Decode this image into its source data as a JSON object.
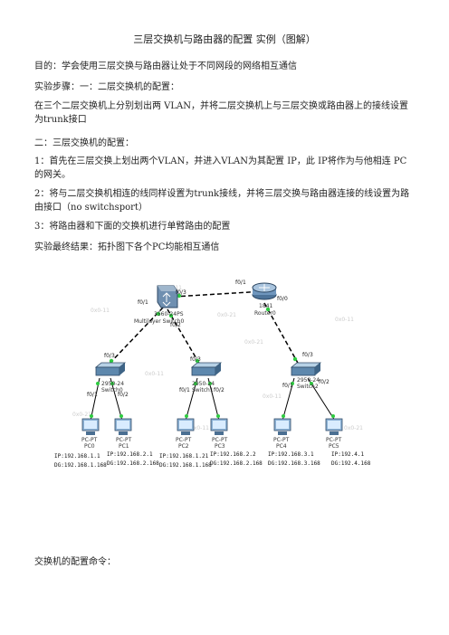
{
  "doc": {
    "title": "三层交换机与路由器的配置 实例（图解）",
    "purpose": "目的：学会使用三层交换与路由器让处于不同网段的网络相互通信",
    "steps_heading": "实验步骤：一：二层交换机的配置：",
    "step1_para": "在三个二层交换机上分别划出两 VLAN，并将二层交换机上与三层交换或路由器上的接线设置为trunk接口",
    "section2": "二：三层交换机的配置：",
    "item1": "1：首先在三层交换上划出两个VLAN，并进入VLAN为其配置 IP，此 IP将作为与他相连 PC的网关。",
    "item2": "2：将与二层交换机相连的线同样设置为trunk接线，并将三层交换与路由器连接的线设置为路由接口（no switchsport）",
    "item3": "3：将路由器和下面的交换机进行单臂路由的配置",
    "result": "实验最终结果：拓扑图下各个PC均能相互通信",
    "bottom": "交换机的配置命令："
  },
  "topology": {
    "multilayer": {
      "model": "3560-24PS",
      "name": "Multilayer Switch0"
    },
    "router": {
      "model": "1841",
      "name": "Router0"
    },
    "switch0": {
      "model": "2950-24",
      "name": "Switch0"
    },
    "switch1": {
      "model": "2950-24",
      "name": "Switch1"
    },
    "switch2": {
      "model": "2950-24",
      "name": "Switch2"
    },
    "ports": {
      "ml_f03": "f0/3",
      "ml_f01": "f0/1",
      "ml_f02": "f0/2",
      "r_f01": "f0/1",
      "r_f00": "f0/0",
      "s0_f03": "f0/3",
      "s0_f01": "f0/1",
      "s0_f02": "f0/2",
      "s1_f03": "f0/3",
      "s1_f01": "f0/1",
      "s1_f02": "f0/2",
      "s2_f03": "f0/3",
      "s2_f01": "f0/1",
      "s2_f02": "f0/2"
    },
    "pcs": [
      {
        "type": "PC-PT",
        "name": "PC0",
        "ip": "IP:192.168.1.1",
        "dg": "DG:192.168.1.168"
      },
      {
        "type": "PC-PT",
        "name": "PC1",
        "ip": "IP:192.168.2.1",
        "dg": "DG:192.168.2.168"
      },
      {
        "type": "PC-PT",
        "name": "PC2",
        "ip": "IP:192.168.1.21",
        "dg": "DG:192.168.1.168"
      },
      {
        "type": "PC-PT",
        "name": "PC3",
        "ip": "IP:192.168.2.2",
        "dg": "DG:192.168.2.168"
      },
      {
        "type": "PC-PT",
        "name": "PC4",
        "ip": "IP:192.168.3.1",
        "dg": "DG:192.168.3.168"
      },
      {
        "type": "PC-PT",
        "name": "PC5",
        "ip": "IP:192.4.1",
        "dg": "DG:192.4.168"
      }
    ]
  }
}
